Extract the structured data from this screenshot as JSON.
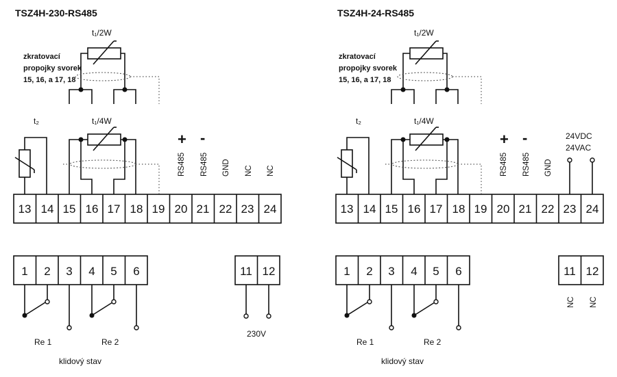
{
  "diagrams": [
    {
      "title": "TSZ4H-230-RS485",
      "note": [
        "zkratovací",
        "propojky svorek",
        "15, 16, a 17, 18"
      ],
      "sensor_top": "t₁/2W",
      "sensor_4w": "t₁/4W",
      "sensor_t2": "t₂",
      "upper_terminals": [
        "13",
        "14",
        "15",
        "16",
        "17",
        "18",
        "19",
        "20",
        "21",
        "22",
        "23",
        "24"
      ],
      "upper_labels": [
        "RS485",
        "RS485",
        "GND",
        "NC",
        "NC"
      ],
      "plus": "+",
      "minus": "-",
      "relay_terminals": [
        "1",
        "2",
        "3",
        "4",
        "5",
        "6"
      ],
      "power_terminals": [
        "11",
        "12"
      ],
      "re1": "Re 1",
      "re2": "Re 2",
      "state": "klidový stav",
      "power_label": "230V"
    },
    {
      "title": "TSZ4H-24-RS485",
      "note": [
        "zkratovací",
        "propojky svorek",
        "15, 16, a 17, 18"
      ],
      "sensor_top": "t₁/2W",
      "sensor_4w": "t₁/4W",
      "sensor_t2": "t₂",
      "upper_terminals": [
        "13",
        "14",
        "15",
        "16",
        "17",
        "18",
        "19",
        "20",
        "21",
        "22",
        "23",
        "24"
      ],
      "upper_labels": [
        "RS485",
        "RS485",
        "GND"
      ],
      "plus": "+",
      "minus": "-",
      "supply_labels": [
        "24VDC",
        "24VAC"
      ],
      "relay_terminals": [
        "1",
        "2",
        "3",
        "4",
        "5",
        "6"
      ],
      "power_terminals": [
        "11",
        "12"
      ],
      "power_nc": [
        "NC",
        "NC"
      ],
      "re1": "Re 1",
      "re2": "Re 2",
      "state": "klidový stav"
    }
  ]
}
